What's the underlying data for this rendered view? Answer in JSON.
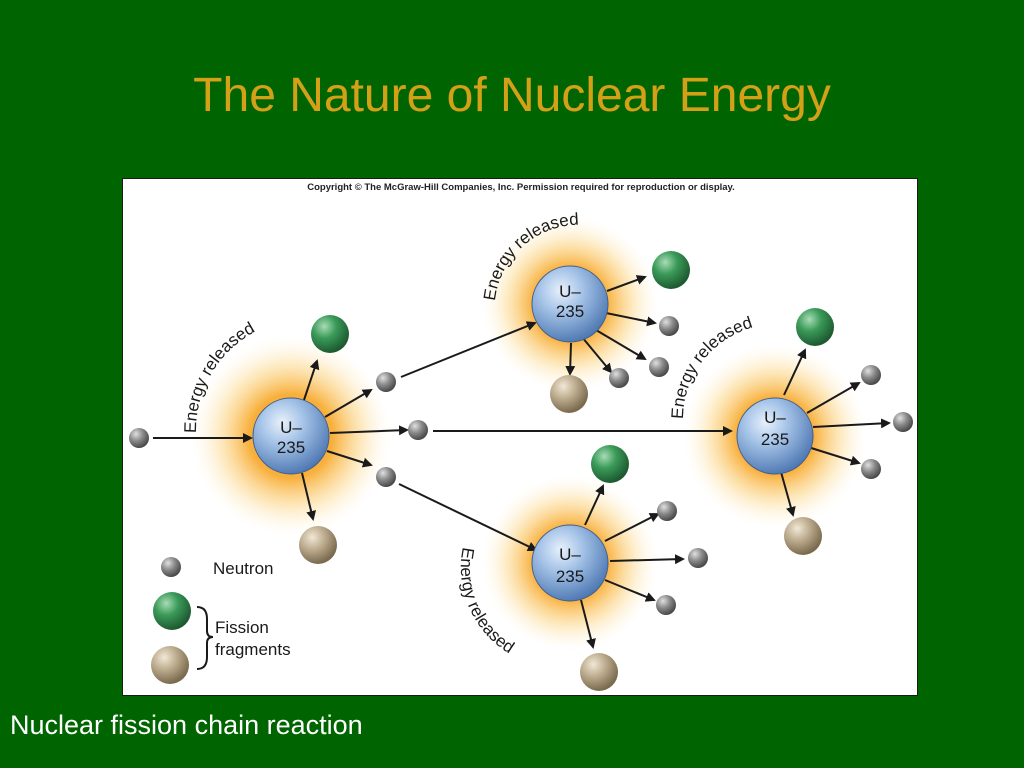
{
  "slide": {
    "title": "The Nature of Nuclear Energy",
    "caption": "Nuclear fission chain reaction"
  },
  "figure": {
    "copyright": "Copyright © The McGraw-Hill Companies, Inc. Permission required for reproduction or display.",
    "nucleus_line1": "U–",
    "nucleus_line2": "235",
    "energy_label": "Energy released",
    "legend": {
      "neutron": "Neutron",
      "fission_line1": "Fission",
      "fission_line2": "fragments"
    }
  },
  "colors": {
    "background": "#006400",
    "title": "#d4a017",
    "caption": "#ffffff",
    "nucleus": "#8fb3df",
    "neutron": "#7d7d7d",
    "fragment_green": "#3a9a58",
    "fragment_tan": "#b9a88a",
    "glow": "#f7a21b"
  }
}
